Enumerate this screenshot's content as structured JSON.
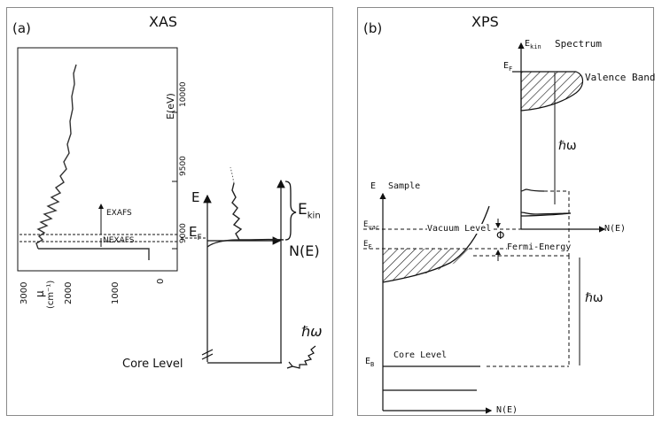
{
  "panel_a": {
    "tag": "(a)",
    "title": "XAS",
    "inset": {
      "energy_axis_label": "E(eV)",
      "energy_ticks": [
        "9000",
        "9500",
        "10000"
      ],
      "mu_axis_label": "μ",
      "mu_unit": "(cm⁻¹)",
      "mu_ticks": [
        "3000",
        "2000",
        "1000",
        "0"
      ],
      "exafs_label": "EXAFS",
      "nexafs_label": "NEXAFS"
    },
    "axis_E": "E",
    "fermi_E": "E",
    "fermi_sub": "F",
    "ekin": "E",
    "ekin_sub": "kin",
    "axis_NE": "N(E)",
    "hbar_omega": "ℏω",
    "core_level": "Core Level"
  },
  "panel_b": {
    "tag": "(b)",
    "title": "XPS",
    "ekin": "E",
    "ekin_sub": "kin",
    "spectrum": "Spectrum",
    "ef_top": "E",
    "ef_top_sub": "F",
    "valence_band": "Valence Band",
    "hbar_omega_upper": "ℏω",
    "e_sample": "E",
    "sample": "Sample",
    "evac": "E",
    "evac_sub": "vac",
    "vacuum_level": "Vacuum Level",
    "phi": "Φ",
    "ne_right": "N(E)",
    "ef_left": "E",
    "ef_left_sub": "F",
    "fermi_energy": "Fermi-Energy",
    "hbar_omega_lower": "ℏω",
    "eb": "E",
    "eb_sub": "B",
    "core_level": "Core Level",
    "ne_bottom": "N(E)"
  }
}
